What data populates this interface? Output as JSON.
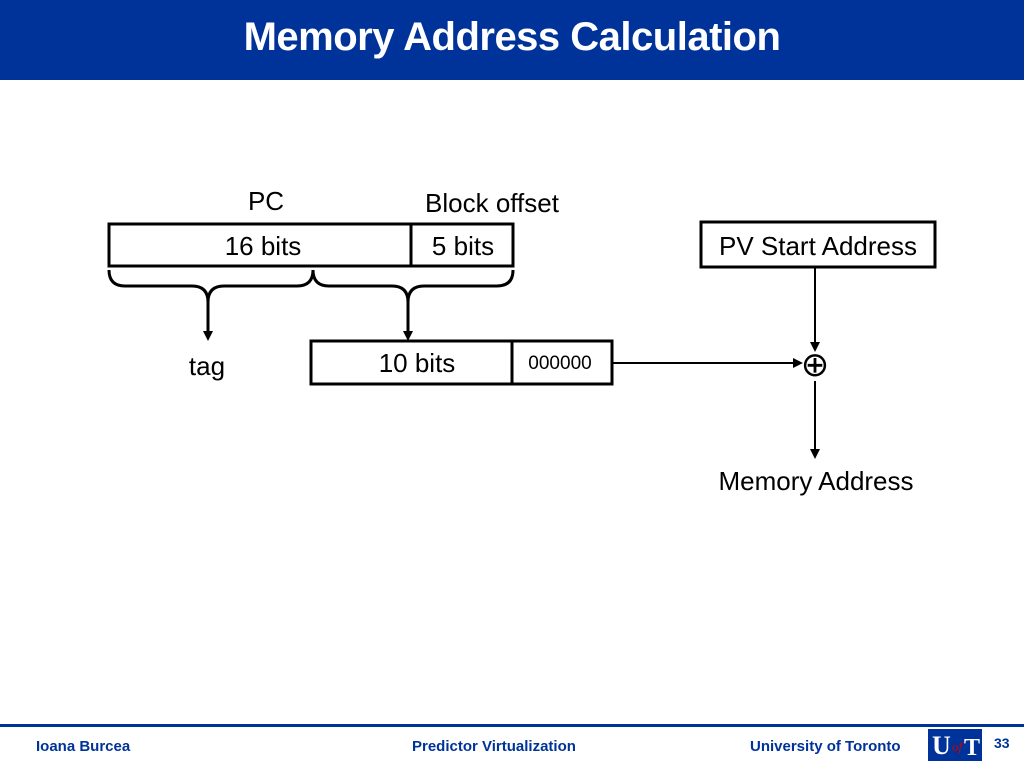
{
  "slide": {
    "title": "Memory Address Calculation"
  },
  "diagram": {
    "pc_label": "PC",
    "block_offset_label": "Block offset",
    "pc_field_high": "16 bits",
    "pc_field_low": "5 bits",
    "pv_start_address": "PV Start Address",
    "tag_label": "tag",
    "index_field": "10 bits",
    "index_padding": "000000",
    "adder_symbol": "⊕",
    "memory_address_label": "Memory Address"
  },
  "footer": {
    "author": "Ioana Burcea",
    "topic": "Predictor Virtualization",
    "university": "University of Toronto",
    "logo_text": "U of T",
    "page_number": "33"
  },
  "colors": {
    "primary_blue": "#003399",
    "logo_red": "#cc0000"
  }
}
